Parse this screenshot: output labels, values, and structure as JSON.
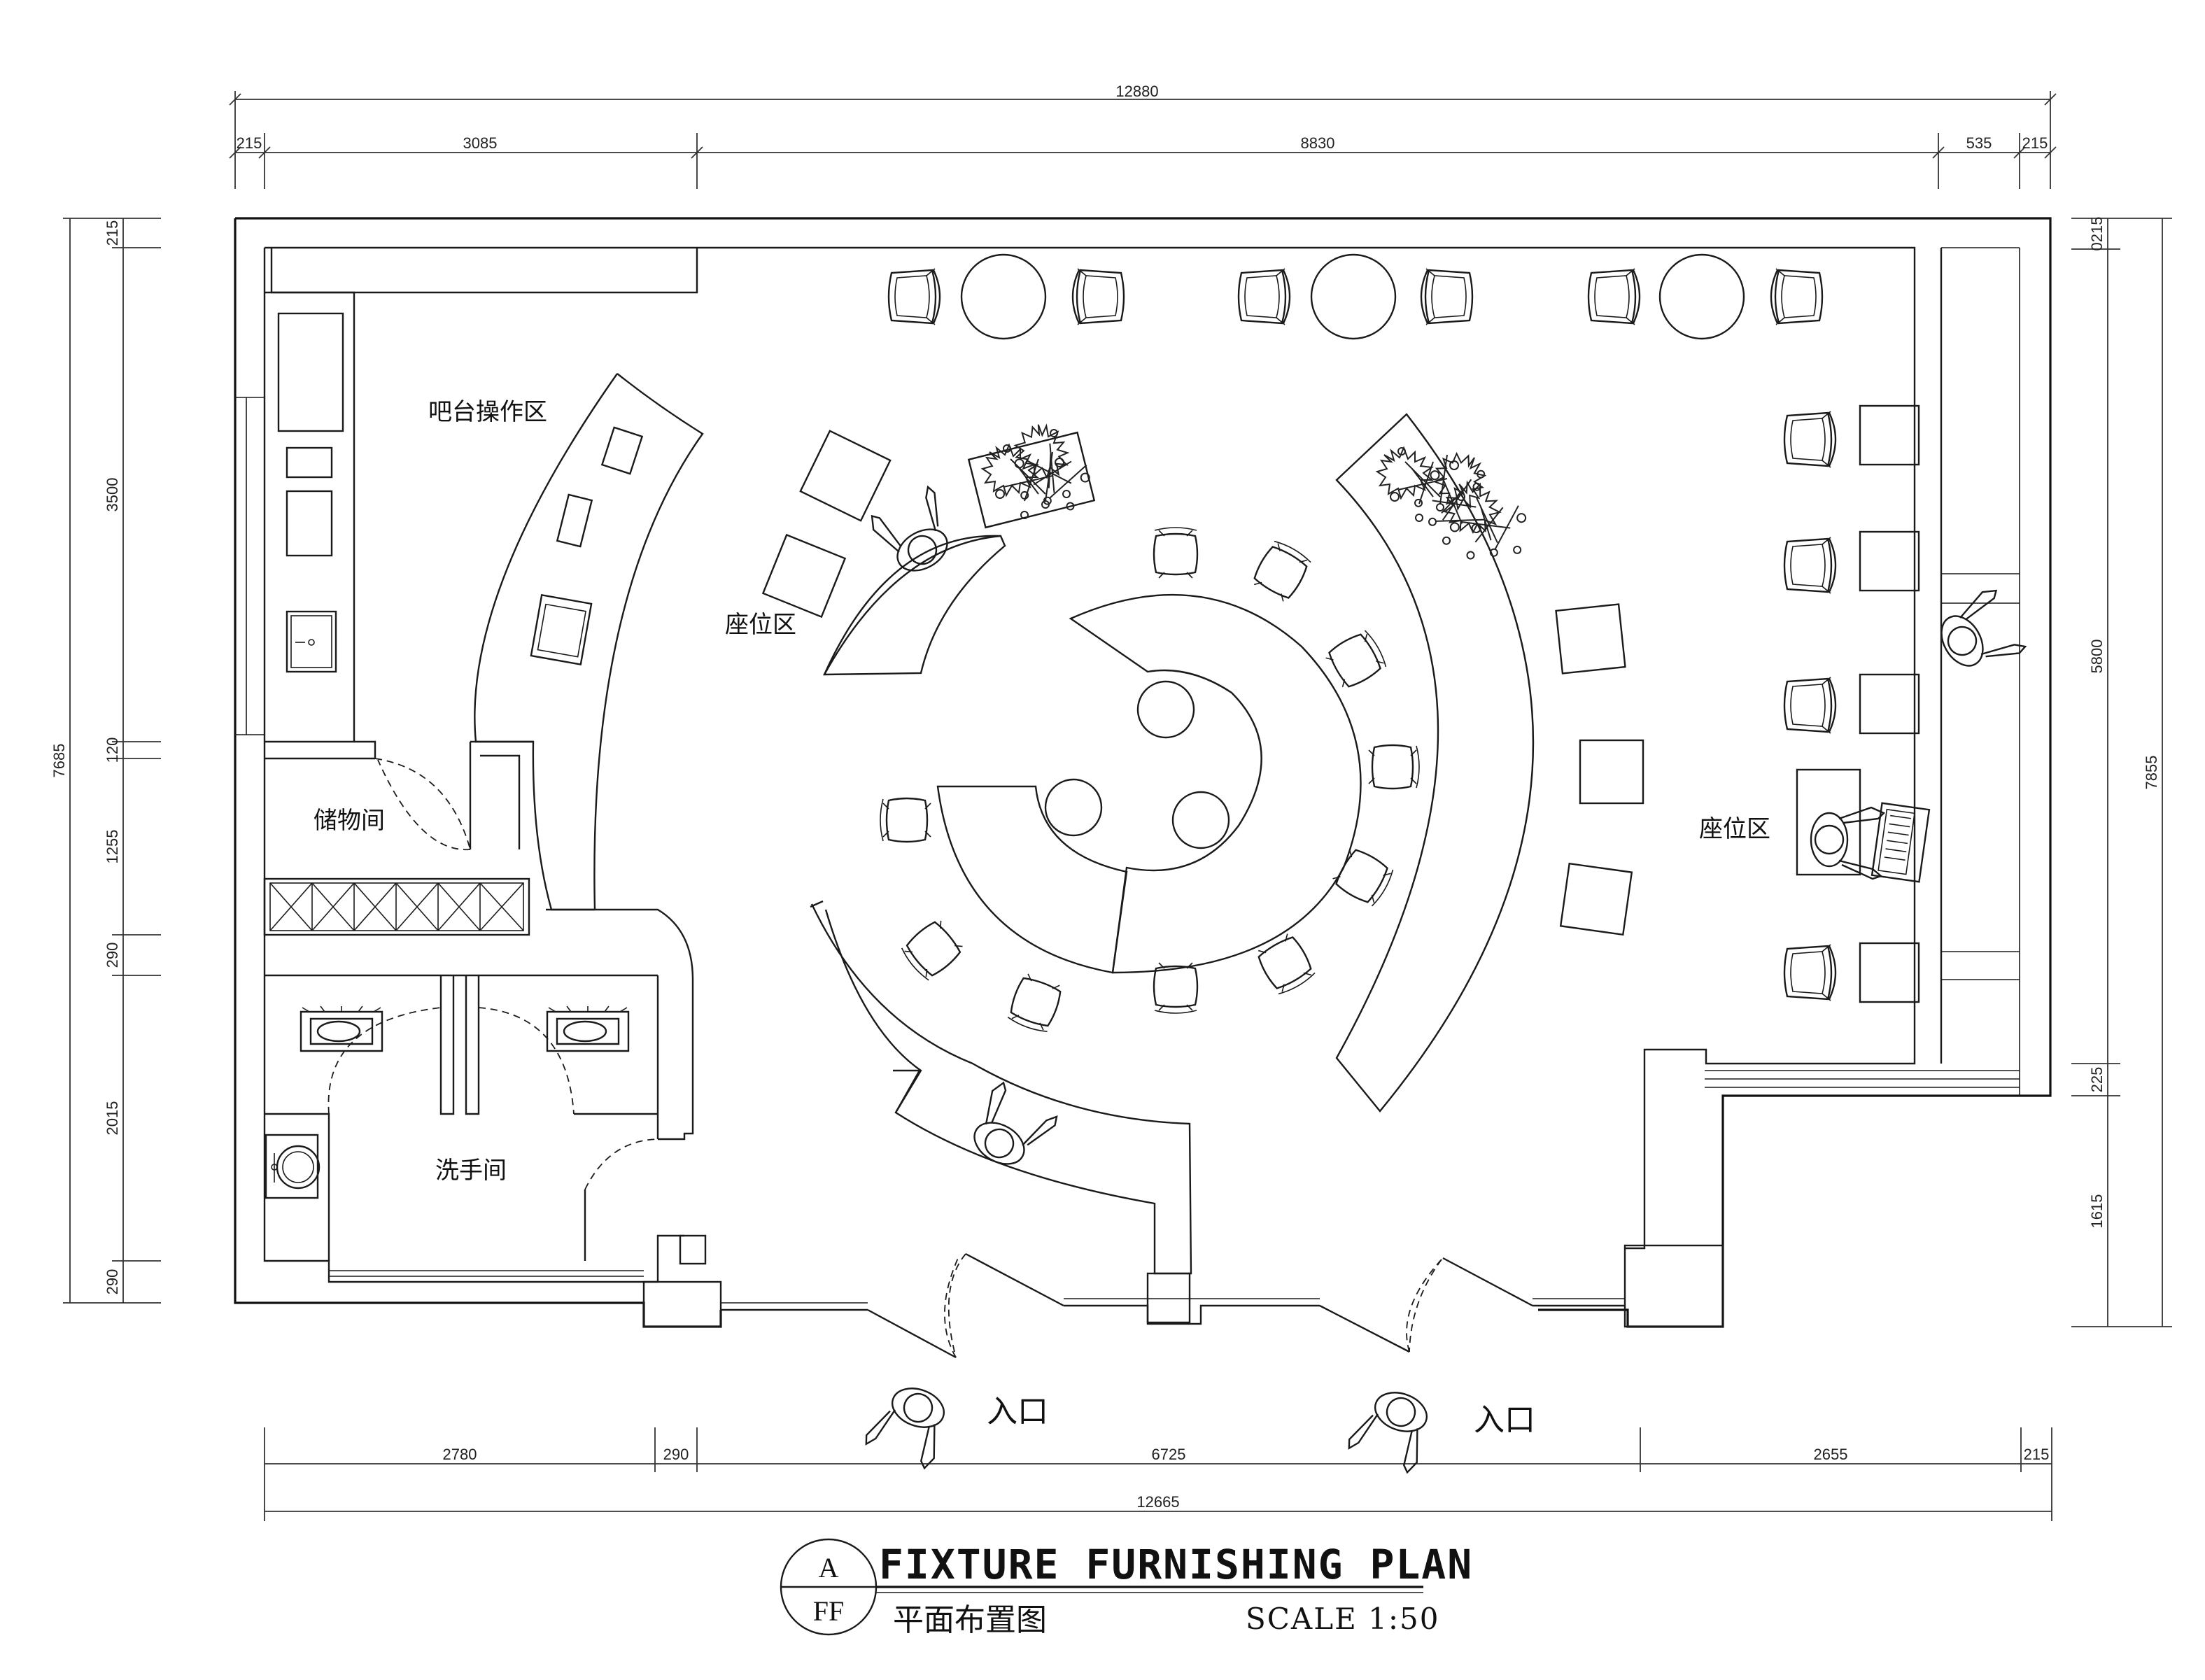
{
  "dimensions": {
    "top_total": "12880",
    "top": [
      "215",
      "3085",
      "8830",
      "535",
      "215"
    ],
    "left_total": "7685",
    "left": [
      "215",
      "3500",
      "120",
      "1255",
      "290",
      "2015",
      "290"
    ],
    "right_total": "7855",
    "right": [
      "0215",
      "5800",
      "225",
      "1615"
    ],
    "bottom": [
      "2780",
      "290",
      "6725",
      "2655",
      "215"
    ],
    "bottom_total": "12665"
  },
  "rooms": {
    "bar_work_area": "吧台操作区",
    "seating_area_center": "座位区",
    "seating_area_right": "座位区",
    "storage_room": "储物间",
    "washroom": "洗手间"
  },
  "entrances": {
    "left": "入口",
    "right": "入口"
  },
  "title_block": {
    "mark_top": "A",
    "mark_bottom": "FF",
    "title": "FIXTURE FURNISHING PLAN",
    "subtitle": "平面布置图",
    "scale": "SCALE 1:50"
  },
  "icons": [
    "person-icon",
    "chair-icon",
    "round-table-icon",
    "square-table-icon",
    "squat-toilet-icon",
    "sink-icon",
    "plant-icon",
    "laptop-icon"
  ]
}
